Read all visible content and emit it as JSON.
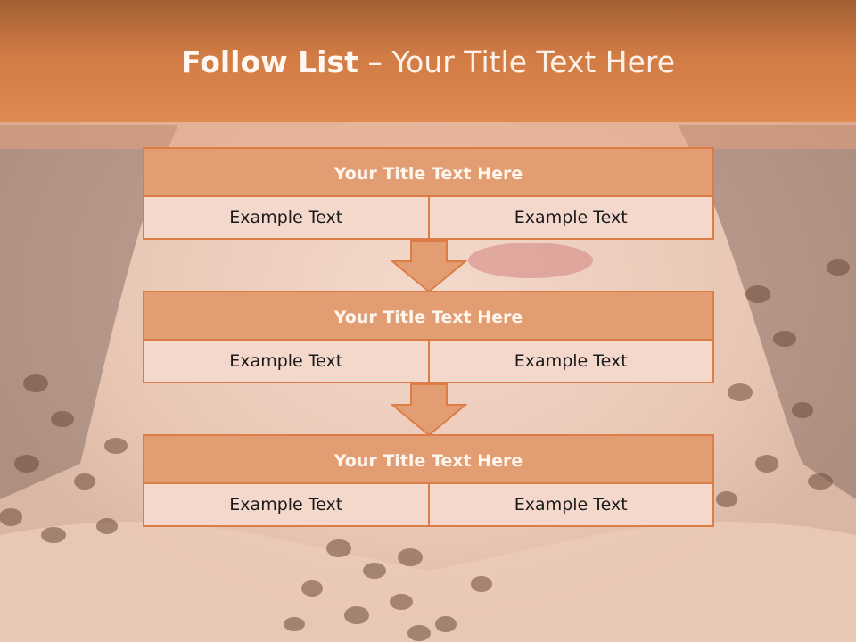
{
  "slide": {
    "title_bold": "Follow List",
    "title_rest": " – Your Title Text Here",
    "accent_color": "#dc7d48",
    "header_color": "#df8a50"
  },
  "blocks": [
    {
      "title": "Your Title Text Here",
      "left": "Example Text",
      "right": "Example Text"
    },
    {
      "title": "Your Title Text Here",
      "left": "Example Text",
      "right": "Example Text"
    },
    {
      "title": "Your Title Text Here",
      "left": "Example Text",
      "right": "Example Text"
    }
  ]
}
